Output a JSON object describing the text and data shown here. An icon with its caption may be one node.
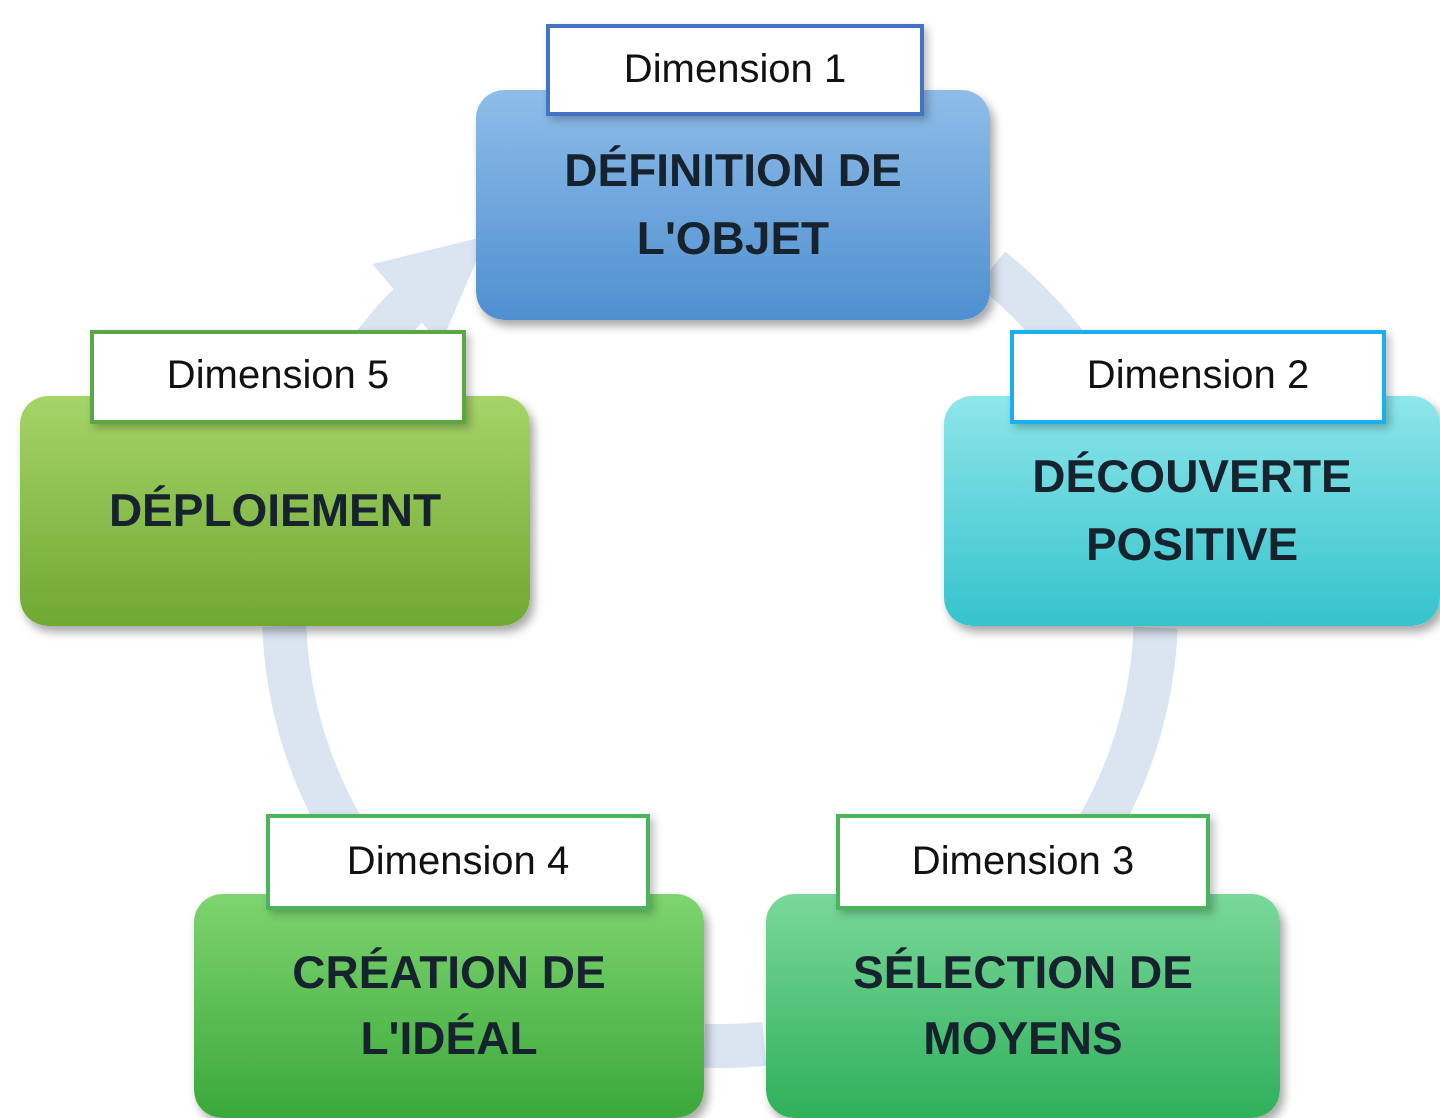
{
  "diagram": {
    "nodes": [
      {
        "text": [
          "Dimension 1",
          "DÉFINITION DE L'OBJET"
        ]
      },
      {
        "text": [
          "Dimension 2",
          "DÉCOUVERTE POSITIVE"
        ]
      },
      {
        "text": [
          "Dimension 3",
          "SÉLECTION DE MOYENS"
        ]
      },
      {
        "text": [
          "Dimension 4",
          "CRÉATION DE L'IDÉAL"
        ]
      },
      {
        "text": [
          "Dimension 5",
          "DÉPLOIEMENT"
        ]
      }
    ],
    "edges": [
      {
        "from": 0,
        "to": 1,
        "arrow": "none"
      },
      {
        "from": 1,
        "to": 2,
        "arrow": "none"
      },
      {
        "from": 2,
        "to": 3,
        "arrow": "none"
      },
      {
        "from": 3,
        "to": 4,
        "arrow": "none"
      },
      {
        "from": 4,
        "to": 0,
        "arrow": "to"
      }
    ]
  }
}
